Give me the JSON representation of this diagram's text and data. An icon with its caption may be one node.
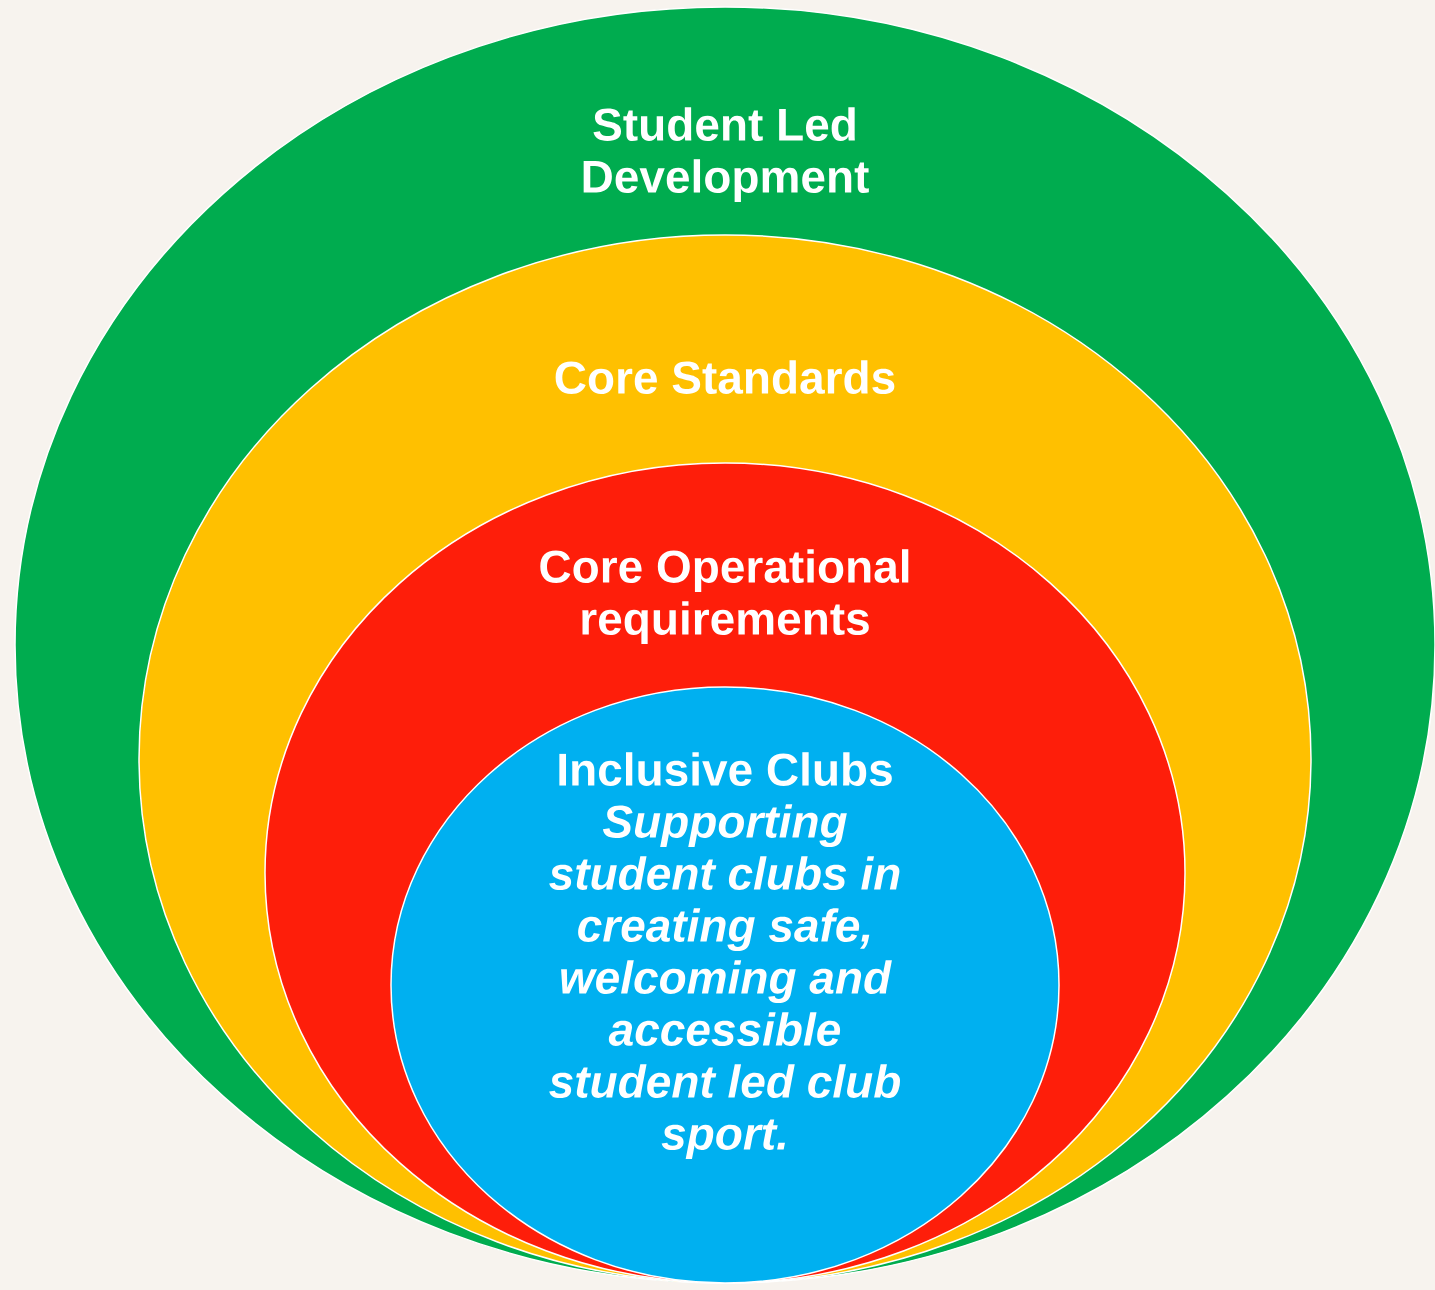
{
  "diagram": {
    "nodes": [
      {
        "text": [
          "Student Led Development"
        ]
      },
      {
        "text": [
          "Core Standards"
        ],
        "in": 0
      },
      {
        "text": [
          "Core Operational requirements"
        ],
        "in": 1
      },
      {
        "text": [
          "Inclusive Clubs",
          "Supporting student clubs in creating safe, welcoming and accessible student led club sport."
        ],
        "in": 2
      }
    ]
  }
}
